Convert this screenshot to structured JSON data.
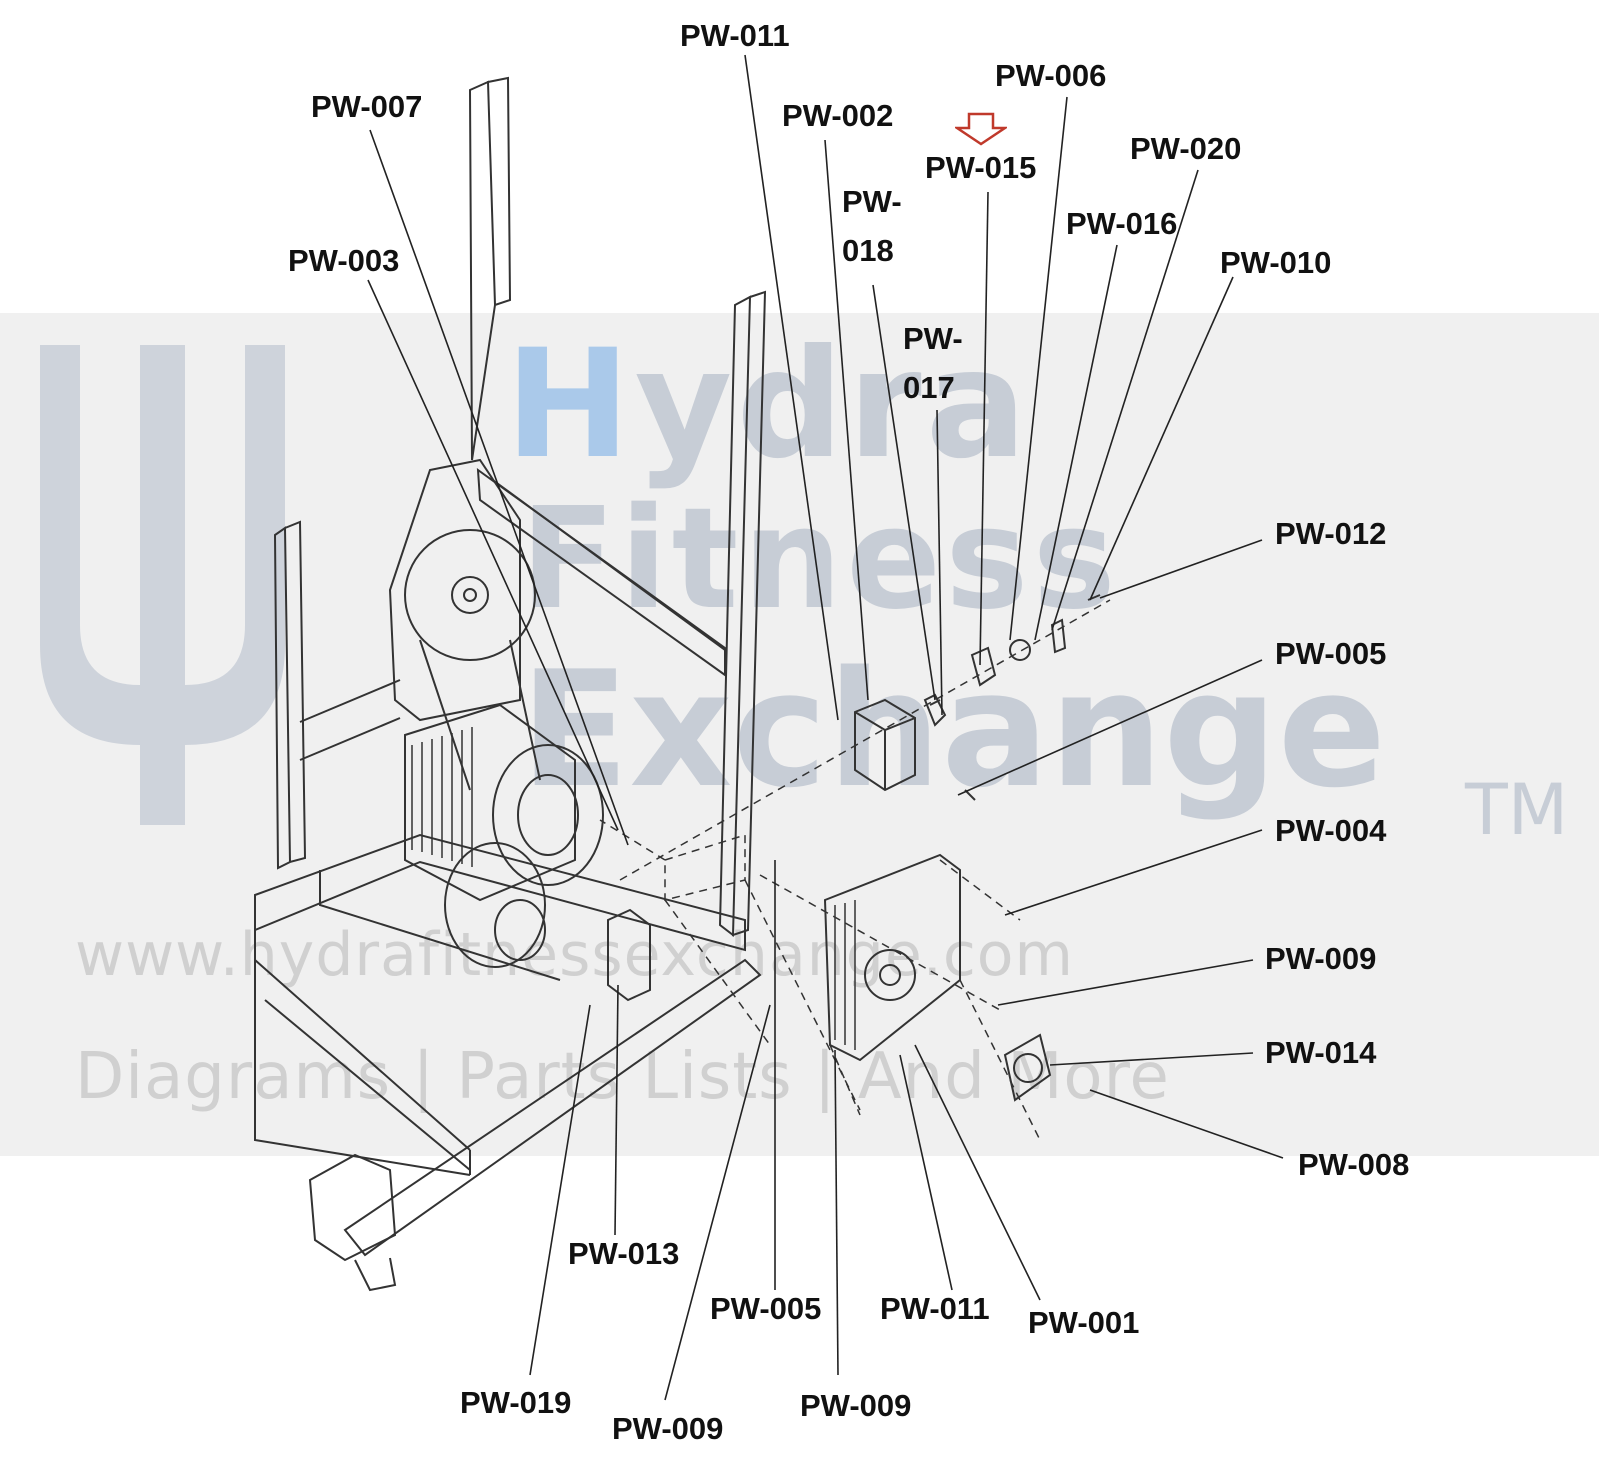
{
  "watermark": {
    "brand_line1": "Hydra",
    "brand_line2": "Fitness",
    "brand_line3": "Exchange",
    "trademark": "TM",
    "url": "www.hydrafitnessexchange.com",
    "tagline": "Diagrams | Parts Lists | And More"
  },
  "callouts": [
    {
      "id": "pw-011-top",
      "text": "PW-011"
    },
    {
      "id": "pw-007",
      "text": "PW-007"
    },
    {
      "id": "pw-006",
      "text": "PW-006"
    },
    {
      "id": "pw-002",
      "text": "PW-002"
    },
    {
      "id": "pw-015",
      "text": "PW-015"
    },
    {
      "id": "pw-020",
      "text": "PW-020"
    },
    {
      "id": "pw-018-a",
      "text": "PW-"
    },
    {
      "id": "pw-018-b",
      "text": "018"
    },
    {
      "id": "pw-016",
      "text": "PW-016"
    },
    {
      "id": "pw-003",
      "text": "PW-003"
    },
    {
      "id": "pw-010",
      "text": "PW-010"
    },
    {
      "id": "pw-017-a",
      "text": "PW-"
    },
    {
      "id": "pw-017-b",
      "text": "017"
    },
    {
      "id": "pw-012",
      "text": "PW-012"
    },
    {
      "id": "pw-005-right",
      "text": "PW-005"
    },
    {
      "id": "pw-004",
      "text": "PW-004"
    },
    {
      "id": "pw-009-right",
      "text": "PW-009"
    },
    {
      "id": "pw-014",
      "text": "PW-014"
    },
    {
      "id": "pw-008",
      "text": "PW-008"
    },
    {
      "id": "pw-013",
      "text": "PW-013"
    },
    {
      "id": "pw-005-bottom",
      "text": "PW-005"
    },
    {
      "id": "pw-011-bottom",
      "text": "PW-011"
    },
    {
      "id": "pw-001",
      "text": "PW-001"
    },
    {
      "id": "pw-019",
      "text": "PW-019"
    },
    {
      "id": "pw-009-bottom-left",
      "text": "PW-009"
    },
    {
      "id": "pw-009-bottom-mid",
      "text": "PW-009"
    }
  ],
  "highlight_color": "#c0392b",
  "line_color": "#222222"
}
